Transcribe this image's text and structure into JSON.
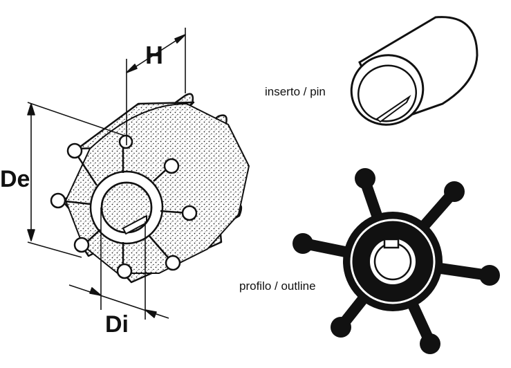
{
  "labels": {
    "height": "H",
    "outer_diameter": "De",
    "inner_diameter": "Di",
    "insert_caption": "inserto / pin",
    "outline_caption": "profilo / outline"
  },
  "colors": {
    "ink": "#111111",
    "paper": "#ffffff"
  },
  "icons": {
    "impeller": "impeller-3d-drawing",
    "insert": "cylindrical-insert-drawing",
    "outline": "impeller-silhouette-drawing"
  }
}
